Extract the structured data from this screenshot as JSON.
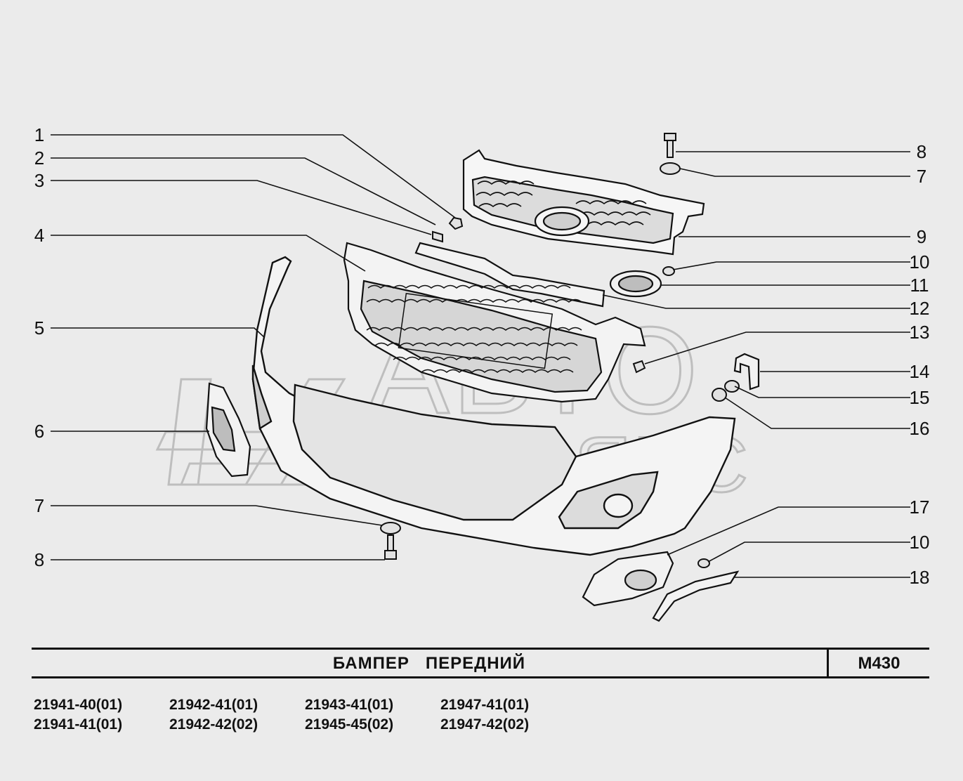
{
  "callouts_left": [
    "1",
    "2",
    "3",
    "4",
    "5",
    "6",
    "7",
    "8"
  ],
  "callouts_right": [
    "8",
    "7",
    "9",
    "10",
    "11",
    "12",
    "13",
    "14",
    "15",
    "16",
    "17",
    "10",
    "18"
  ],
  "watermark": {
    "line1": "АВТО",
    "line2": "АЛЬЯНС"
  },
  "title": "БАМПЕР   ПЕРЕДНИЙ",
  "sheet_code": "M430",
  "models": [
    [
      "21941-40(01)",
      "21942-41(01)",
      "21943-41(01)",
      "21947-41(01)"
    ],
    [
      "21941-41(01)",
      "21942-42(02)",
      "21945-45(02)",
      "21947-42(02)"
    ]
  ]
}
